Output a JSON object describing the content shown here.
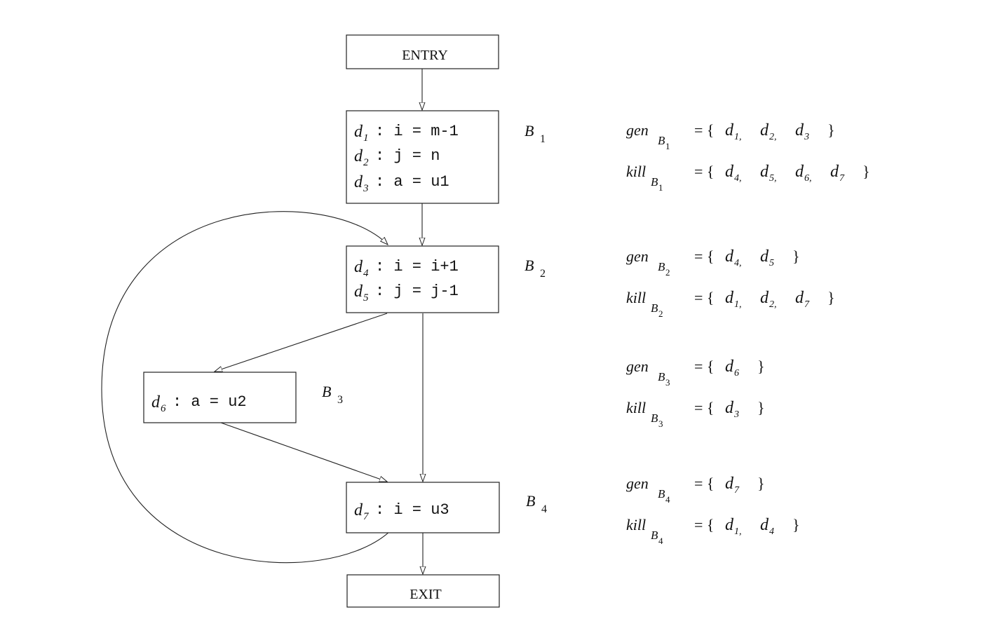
{
  "entry_label": "ENTRY",
  "exit_label": "EXIT",
  "blocks": [
    {
      "name": "B",
      "sub": "1",
      "statements": [
        {
          "def": "d",
          "sub": "1",
          "code": ": i = m-1"
        },
        {
          "def": "d",
          "sub": "2",
          "code": ": j = n"
        },
        {
          "def": "d",
          "sub": "3",
          "code": ": a = u1"
        }
      ]
    },
    {
      "name": "B",
      "sub": "2",
      "statements": [
        {
          "def": "d",
          "sub": "4",
          "code": ": i = i+1"
        },
        {
          "def": "d",
          "sub": "5",
          "code": ": j = j-1"
        }
      ]
    },
    {
      "name": "B",
      "sub": "3",
      "statements": [
        {
          "def": "d",
          "sub": "6",
          "code": ": a = u2"
        }
      ]
    },
    {
      "name": "B",
      "sub": "4",
      "statements": [
        {
          "def": "d",
          "sub": "7",
          "code": ": i = u3"
        }
      ]
    }
  ],
  "equations": [
    {
      "set": "gen",
      "block": "B",
      "block_sub": "1",
      "items": [
        "1",
        "2",
        "3"
      ]
    },
    {
      "set": "kill",
      "block": "B",
      "block_sub": "1",
      "items": [
        "4",
        "5",
        "6",
        "7"
      ]
    },
    {
      "set": "gen",
      "block": "B",
      "block_sub": "2",
      "items": [
        "4",
        "5"
      ]
    },
    {
      "set": "kill",
      "block": "B",
      "block_sub": "2",
      "items": [
        "1",
        "2",
        "7"
      ]
    },
    {
      "set": "gen",
      "block": "B",
      "block_sub": "3",
      "items": [
        "6"
      ]
    },
    {
      "set": "kill",
      "block": "B",
      "block_sub": "3",
      "items": [
        "3"
      ]
    },
    {
      "set": "gen",
      "block": "B",
      "block_sub": "4",
      "items": [
        "7"
      ]
    },
    {
      "set": "kill",
      "block": "B",
      "block_sub": "4",
      "items": [
        "1",
        "4"
      ]
    }
  ],
  "def_symbol": "d",
  "equals_open": "= {",
  "close_brace": "}"
}
